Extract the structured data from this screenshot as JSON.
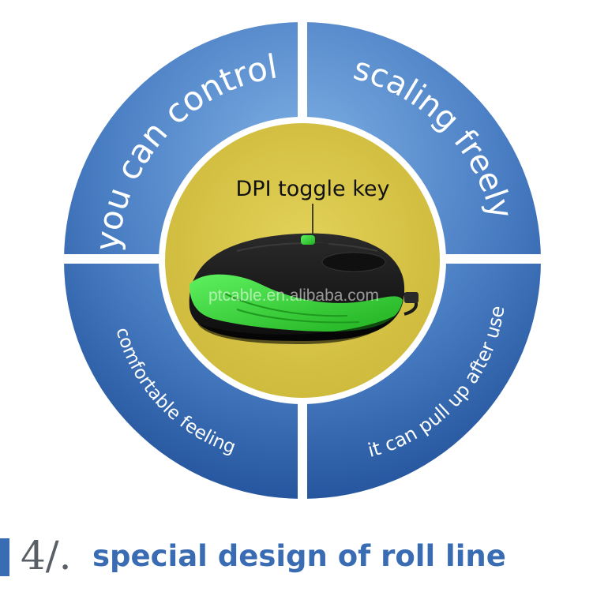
{
  "quadrants": {
    "top_left": "you can control",
    "top_right": "scaling freely",
    "bottom_left": "comfortable feeling",
    "bottom_right": "it can pull up after use"
  },
  "center": {
    "callout": "DPI toggle key",
    "watermark": "ptcable.en.alibaba.com"
  },
  "footer": {
    "number": "4/.",
    "title": "special design of roll line"
  },
  "colors": {
    "ring_light": "#6f9ed6",
    "ring_dark": "#1f4f98",
    "center_fill": "#d8c546",
    "mouse_body": "#1a1a1a",
    "mouse_accent": "#3ad63a",
    "footer_accent": "#3a6cb4"
  }
}
